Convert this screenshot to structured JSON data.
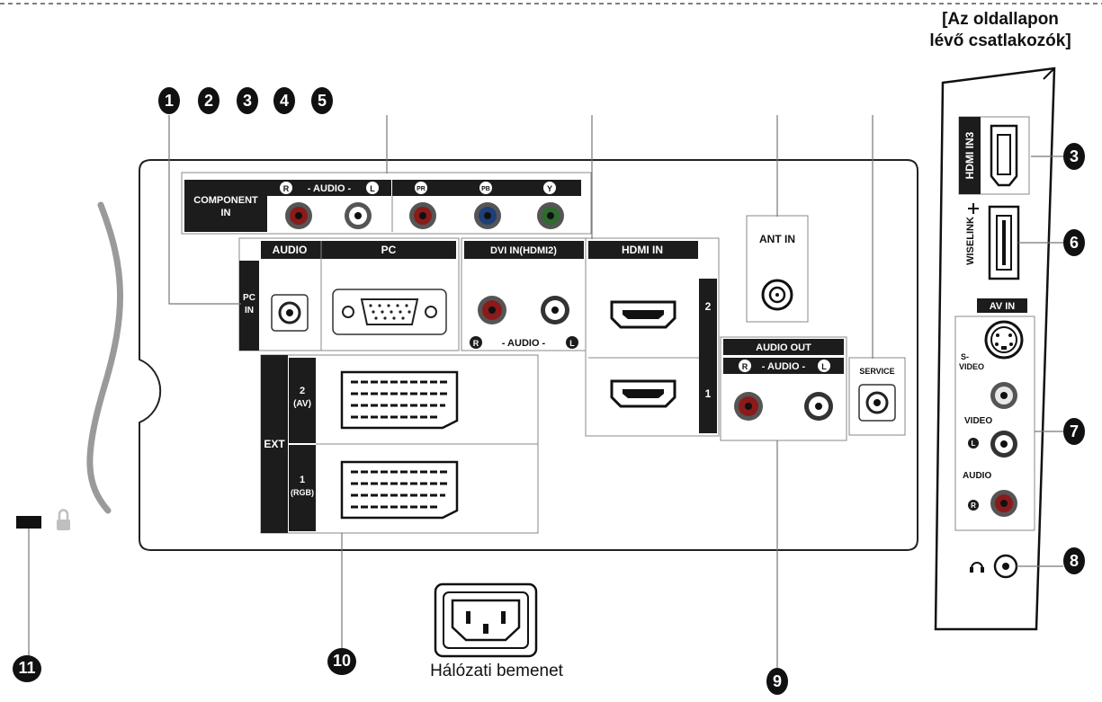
{
  "side_panel_caption": {
    "line1": "[Az oldallapon",
    "line2": "lévő csatlakozók]"
  },
  "power_input_caption": "Hálózati bemenet",
  "callout_numbers": [
    "1",
    "2",
    "3",
    "4",
    "5",
    "6",
    "7",
    "8",
    "9",
    "10",
    "11"
  ],
  "rear_panel": {
    "component_in": {
      "title_line1": "COMPONENT",
      "title_line2": "IN",
      "audio": "- AUDIO -",
      "r": "R",
      "l": "L",
      "pr": "PR",
      "pb": "PB",
      "y": "Y"
    },
    "pc_in": {
      "side_line1": "PC",
      "side_line2": "IN",
      "audio": "AUDIO",
      "pc": "PC"
    },
    "dvi_in": {
      "title": "DVI IN(HDMI2)",
      "audio": "- AUDIO -",
      "r": "R",
      "l": "L"
    },
    "hdmi_in": {
      "title": "HDMI IN",
      "port2": "2",
      "port1": "1"
    },
    "ant_in": "ANT IN",
    "audio_out": {
      "title": "AUDIO OUT",
      "audio": "- AUDIO -",
      "r": "R",
      "l": "L"
    },
    "service": "SERVICE",
    "ext": {
      "title": "EXT",
      "av_line1": "2",
      "av_line2": "(AV)",
      "rgb_line1": "1",
      "rgb_line2": "(RGB)"
    }
  },
  "side_panel": {
    "hdmi_in3": "HDMI IN3",
    "wiselink": "WISELINK",
    "av_in": "AV IN",
    "s_video_line1": "S-",
    "s_video_line2": "VIDEO",
    "video": "VIDEO",
    "audio": "AUDIO",
    "l": "L",
    "r": "R"
  },
  "colors": {
    "label_bar": "#1c1c1c",
    "panel_outline": "#222222",
    "jack_red": "#8b1a1a",
    "jack_green": "#2f6b2f",
    "jack_blue": "#1f3f7a",
    "callout_fill": "#111111"
  }
}
